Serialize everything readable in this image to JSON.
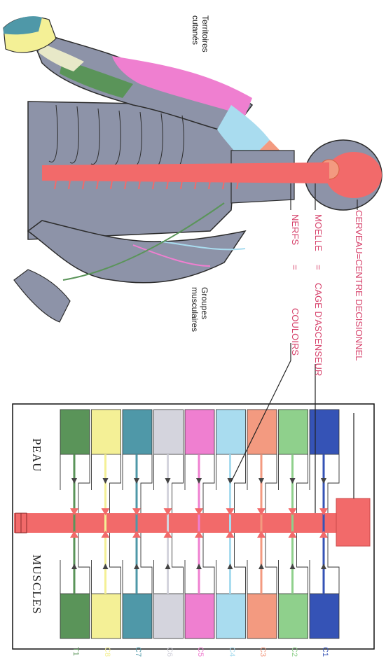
{
  "labels": {
    "territoires": [
      "Territoires",
      "cutanés"
    ],
    "groupes": [
      "Groupes",
      "musculaires"
    ],
    "cerveau": "CERVEAU=CENTRE DECISIONNEL",
    "moelle_left": "MOELLE",
    "eq1": "=",
    "moelle_right": "CAGE D'ASCENSEUR",
    "nerfs_left": "NERFS",
    "eq2": "=",
    "nerfs_right": "COULOIRS",
    "peau": "PEAU",
    "muscles": "MUSCLES"
  },
  "segments": [
    {
      "name": "C1",
      "color": "#3553b6"
    },
    {
      "name": "C2",
      "color": "#8fd08c"
    },
    {
      "name": "C3",
      "color": "#f39a80"
    },
    {
      "name": "C4",
      "color": "#a9dcef"
    },
    {
      "name": "C5",
      "color": "#ef7fd0"
    },
    {
      "name": "C6",
      "color": "#d4d4dd"
    },
    {
      "name": "C7",
      "color": "#4f98a8"
    },
    {
      "name": "C8",
      "color": "#f4f096"
    },
    {
      "name": "T1",
      "color": "#5a9459"
    }
  ],
  "colors": {
    "spine": "#f26a6a",
    "body": "#8d93a8",
    "outline": "#2c2c2c"
  }
}
